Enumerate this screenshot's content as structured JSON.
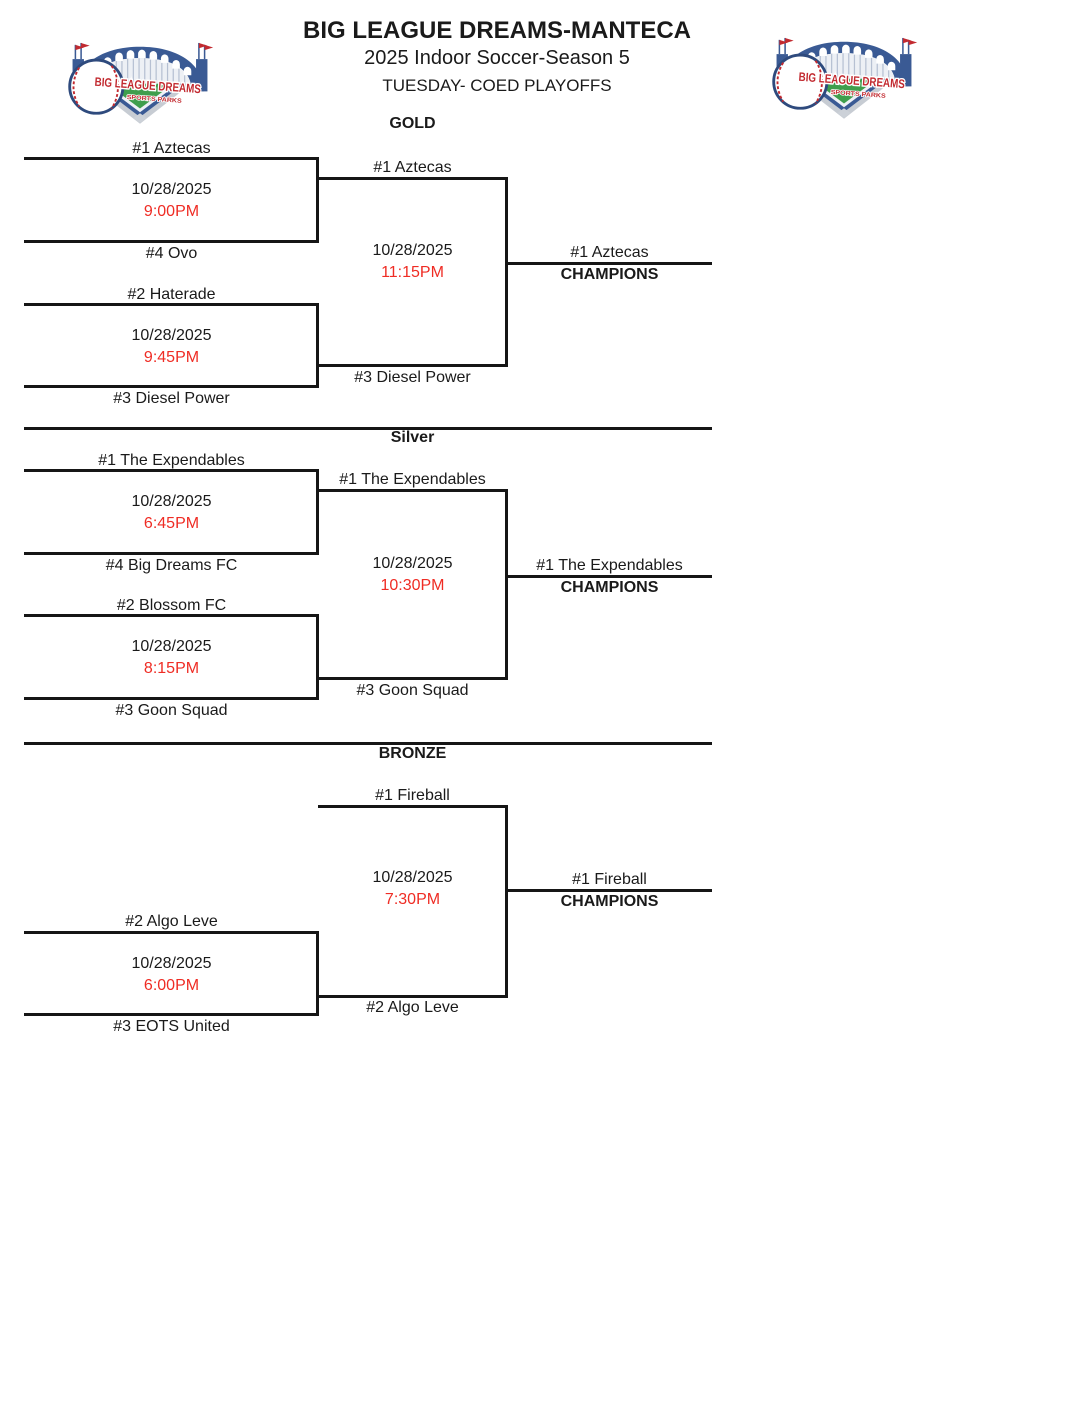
{
  "header": {
    "title": "BIG LEAGUE DREAMS-MANTECA",
    "season": "2025 Indoor Soccer-Season 5",
    "event": "TUESDAY- COED PLAYOFFS"
  },
  "logo": {
    "line1": "BIG LEAGUE DREAMS",
    "line2": "SPORTS PARKS"
  },
  "colors": {
    "time_red": "#ef2c24",
    "line_black": "#161616",
    "logo_navy": "#3a5a94",
    "logo_red": "#c22a30",
    "logo_green": "#3f9e4d"
  },
  "gold": {
    "title": "GOLD",
    "m1": {
      "top": "#1 Aztecas",
      "bottom": "#4 Ovo",
      "date": "10/28/2025",
      "time": "9:00PM"
    },
    "m2": {
      "top": "#2 Haterade",
      "bottom": "#3 Diesel Power",
      "date": "10/28/2025",
      "time": "9:45PM"
    },
    "final": {
      "top": "#1 Aztecas",
      "bottom": "#3 Diesel Power",
      "date": "10/28/2025",
      "time": "11:15PM"
    },
    "champion": {
      "team": "#1 Aztecas",
      "label": "CHAMPIONS"
    }
  },
  "silver": {
    "title": "Silver",
    "m1": {
      "top": "#1 The Expendables",
      "bottom": "#4 Big Dreams FC",
      "date": "10/28/2025",
      "time": "6:45PM"
    },
    "m2": {
      "top": "#2 Blossom FC",
      "bottom": "#3 Goon Squad",
      "date": "10/28/2025",
      "time": "8:15PM"
    },
    "final": {
      "top": "#1 The Expendables",
      "bottom": "#3 Goon Squad",
      "date": "10/28/2025",
      "time": "10:30PM"
    },
    "champion": {
      "team": "#1 The Expendables",
      "label": "CHAMPIONS"
    }
  },
  "bronze": {
    "title": "BRONZE",
    "bye": "#1 Fireball",
    "m2": {
      "top": "#2 Algo Leve",
      "bottom": "#3 EOTS United",
      "date": "10/28/2025",
      "time": "6:00PM"
    },
    "final": {
      "top": "#1 Fireball",
      "bottom": "#2 Algo Leve",
      "date": "10/28/2025",
      "time": "7:30PM"
    },
    "champion": {
      "team": "#1 Fireball",
      "label": "CHAMPIONS"
    }
  }
}
